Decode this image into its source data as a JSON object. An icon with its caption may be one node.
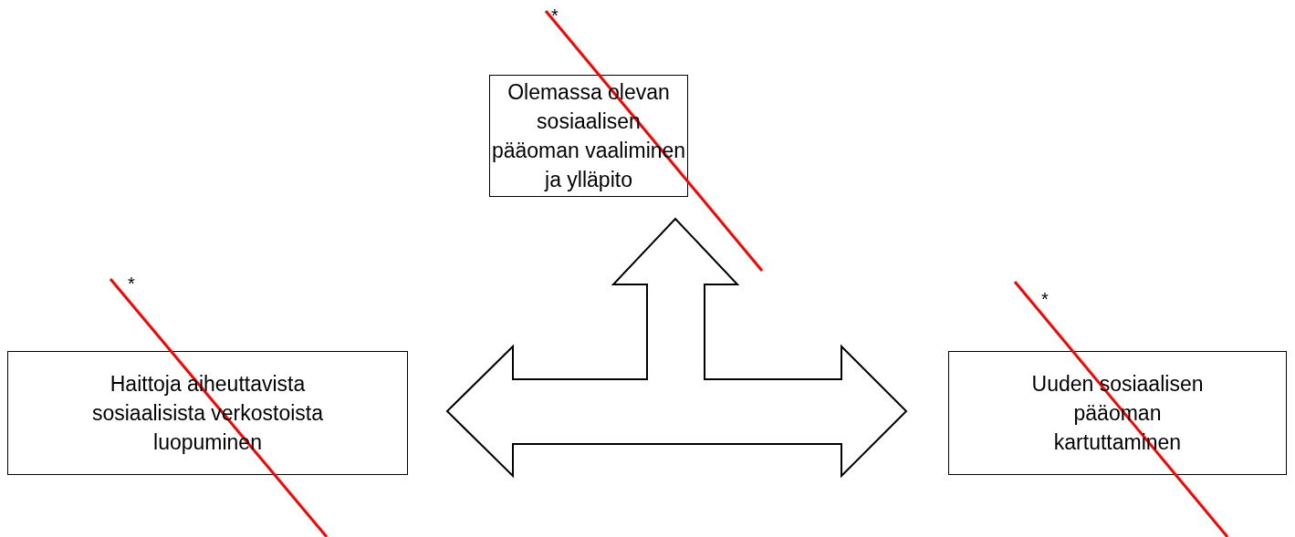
{
  "diagram": {
    "nodes": [
      {
        "text": [
          "Olemassa olevan sosiaalisen pääoman vaaliminen ja ylläpito"
        ]
      },
      {
        "text": [
          "Haittoja aiheuttavista sosiaalisista verkostoista luopuminen"
        ]
      },
      {
        "text": [],
        "shape": "arrow"
      },
      {
        "text": [
          "Uuden sosiaalisen pääoman kartuttaminen"
        ]
      }
    ],
    "labels": [
      "*",
      "*",
      "*"
    ]
  }
}
